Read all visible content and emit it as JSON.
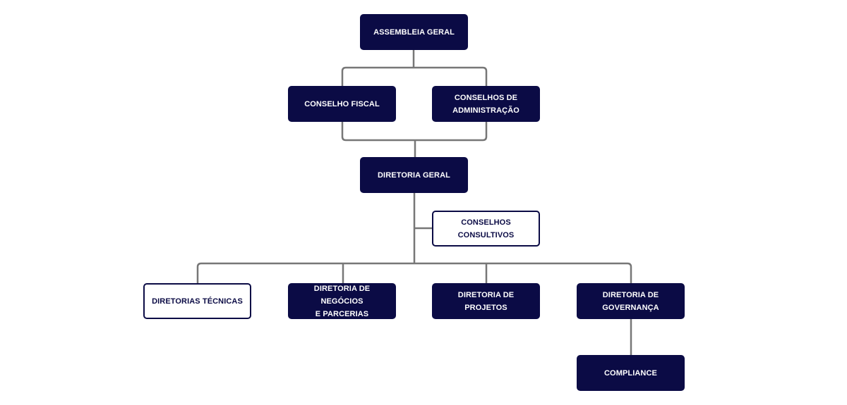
{
  "colors": {
    "node_fill": "#0b0b45",
    "node_text_on_dark": "#ffffff",
    "node_outline": "#0b0b45",
    "connector": "#777777"
  },
  "nodes": {
    "assembleia_geral": "ASSEMBLEIA GERAL",
    "conselho_fiscal": "CONSELHO FISCAL",
    "conselhos_administracao": "CONSELHOS DE\nADMINISTRAÇÃO",
    "diretoria_geral": "DIRETORIA GERAL",
    "conselhos_consultivos": "CONSELHOS\nCONSULTIVOS",
    "diretorias_tecnicas": "DIRETORIAS TÉCNICAS",
    "diretoria_negocios": "DIRETORIA DE NEGÓCIOS\nE PARCERIAS",
    "diretoria_projetos": "DIRETORIA DE\nPROJETOS",
    "diretoria_governanca": "DIRETORIA DE\nGOVERNANÇA",
    "compliance": "COMPLIANCE"
  }
}
